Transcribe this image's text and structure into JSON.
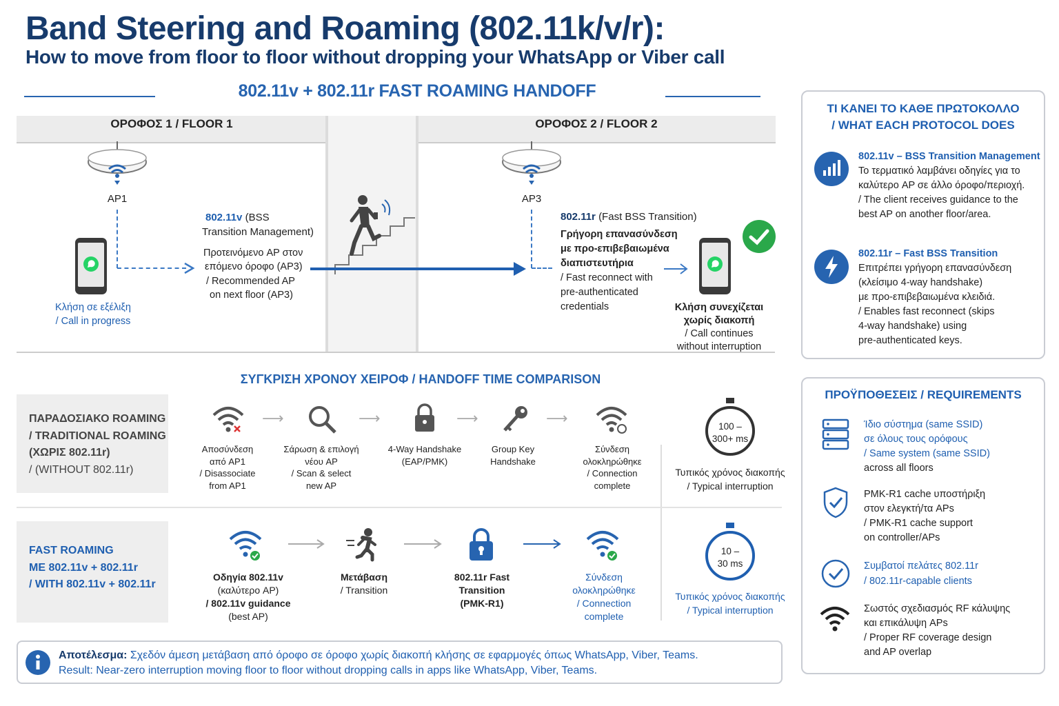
{
  "header": {
    "title": "Band Steering and Roaming (802.11k/v/r):",
    "subtitle": "How to move from floor to floor without dropping your WhatsApp or Viber call"
  },
  "handoff": {
    "section_title": "802.11v + 802.11r FAST ROAMING HANDOFF",
    "floor1": "ΟΡΟΦΟΣ 1 / FLOOR 1",
    "floor2": "ΟΡΟΦΟΣ 2 / FLOOR 2",
    "ap1": "AP1",
    "ap3": "AP3",
    "call_in_progress_gr": "Κλήση σε εξέλιξη",
    "call_in_progress_en": "/ Call in progress",
    "v_title_1": "802.11v",
    "v_title_2": "(BSS",
    "v_title_3": "Transition Management)",
    "v_desc_gr1": "Προτεινόμενο AP στον",
    "v_desc_gr2": "επόμενο όροφο (AP3)",
    "v_desc_en1": "/ Recommended AP",
    "v_desc_en2": "on next floor (AP3)",
    "r_title_1": "802.11r",
    "r_title_2": "(Fast BSS Transition)",
    "r_desc_gr1": "Γρήγορη επανασύνδεση",
    "r_desc_gr2": "με προ-επιβεβαιωμένα",
    "r_desc_gr3": "διαπιστευτήρια",
    "r_desc_en1": "/ Fast reconnect with",
    "r_desc_en2": "pre-authenticated",
    "r_desc_en3": "credentials",
    "call_cont_gr1": "Κλήση συνεχίζεται",
    "call_cont_gr2": "χωρίς διακοπή",
    "call_cont_en1": "/ Call continues",
    "call_cont_en2": "without interruption"
  },
  "comparison": {
    "title": "ΣΥΓΚΡΙΣΗ ΧΡΟΝΟΥ ΧΕΙΡΟΦ / HANDOFF TIME COMPARISON",
    "traditional": {
      "label1": "ΠΑΡΑΔΟΣΙΑΚΟ ROAMING",
      "label2": "/ TRADITIONAL ROAMING",
      "label3": "(ΧΩΡΙΣ 802.11r)",
      "label4": "/ (WITHOUT 802.11r)",
      "steps": [
        {
          "l1": "Αποσύνδεση",
          "l2": "από AP1",
          "l3": "/ Disassociate",
          "l4": "from AP1"
        },
        {
          "l1": "Σάρωση & επιλογή",
          "l2": "νέου AP",
          "l3": "/ Scan & select",
          "l4": "new AP"
        },
        {
          "l1": "4-Way Handshake",
          "l2": "(EAP/PMK)",
          "l3": "",
          "l4": ""
        },
        {
          "l1": "Group Key",
          "l2": "Handshake",
          "l3": "",
          "l4": ""
        },
        {
          "l1": "Σύνδεση",
          "l2": "ολοκληρώθηκε",
          "l3": "/ Connection",
          "l4": "complete"
        }
      ],
      "time1": "100 –",
      "time2": "300+ ms",
      "time_label_gr": "Τυπικός χρόνος διακοπής",
      "time_label_en": "/ Typical interruption"
    },
    "fast": {
      "label1": "FAST ROAMING",
      "label2": "ME 802.11v + 802.11r",
      "label3": "/ WITH 802.11v + 802.11r",
      "steps": [
        {
          "l1": "Οδηγία 802.11v",
          "l2": "(καλύτερο AP)",
          "l3": "/ 802.11v guidance",
          "l4": "(best AP)"
        },
        {
          "l1": "Μετάβαση",
          "l2": "/ Transition",
          "l3": "",
          "l4": ""
        },
        {
          "l1": "802.11r Fast",
          "l2": "Transition",
          "l3": "(PMK-R1)",
          "l4": ""
        },
        {
          "l1": "Σύνδεση",
          "l2": "ολοκληρώθηκε",
          "l3": "/ Connection",
          "l4": "complete"
        }
      ],
      "time1": "10 –",
      "time2": "30 ms",
      "time_label_gr": "Τυπικός χρόνος διακοπής",
      "time_label_en": "/ Typical interruption"
    }
  },
  "result": {
    "bold": "Αποτέλεσμα:",
    "gr": "Σχεδόν άμεση μετάβαση από όροφο σε όροφο χωρίς διακοπή κλήσης σε εφαρμογές όπως WhatsApp, Viber, Teams.",
    "en": "Result: Near-zero interruption moving floor to floor without dropping calls in apps like WhatsApp, Viber, Teams."
  },
  "protocols": {
    "title1": "ΤΙ ΚΑΝΕΙ ΤΟ ΚΑΘΕ ΠΡΩΤΟΚΟΛΛΟ",
    "title2": "/ WHAT EACH PROTOCOL DOES",
    "items": [
      {
        "title": "802.11v – BSS Transition Management",
        "l1": "Το τερματικό λαμβάνει οδηγίες για το",
        "l2": "καλύτερο AP σε άλλο όροφο/περιοχή.",
        "l3": "/ The client receives guidance to the",
        "l4": "best AP on another floor/area.",
        "l5": "",
        "l6": ""
      },
      {
        "title": "802.11r – Fast BSS Transition",
        "l1": "Επιτρέπει γρήγορη επανασύνδεση",
        "l2": "(κλείσιμο 4-way handshake)",
        "l3": "με προ-επιβεβαιωμένα κλειδιά.",
        "l4": "/ Enables fast reconnect (skips",
        "l5": "4-way handshake) using",
        "l6": "pre-authenticated keys."
      }
    ]
  },
  "requirements": {
    "title": "ΠΡΟΫΠΟΘΕΣΕΙΣ / REQUIREMENTS",
    "items": [
      {
        "l1": "Ίδιο σύστημα (same SSID)",
        "l2": "σε όλους τους ορόφους",
        "l3": "/ Same system (same SSID)",
        "l4": "across all floors"
      },
      {
        "l1": "PMK-R1 cache υποστήριξη",
        "l2": "στον ελεγκτή/τα APs",
        "l3": "/ PMK-R1 cache support",
        "l4": "on controller/APs"
      },
      {
        "l1": "Συμβατοί πελάτες 802.11r",
        "l2": "/ 802.11r-capable clients",
        "l3": "",
        "l4": ""
      },
      {
        "l1": "Σωστός σχεδιασμός RF κάλυψης",
        "l2": "και επικάλυψη APs",
        "l3": "/ Proper RF coverage design",
        "l4": "and AP overlap"
      }
    ]
  },
  "colors": {
    "navy": "#173b6c",
    "blue": "#2764b0",
    "green": "#2aa84a",
    "whatsapp": "#25d366"
  }
}
